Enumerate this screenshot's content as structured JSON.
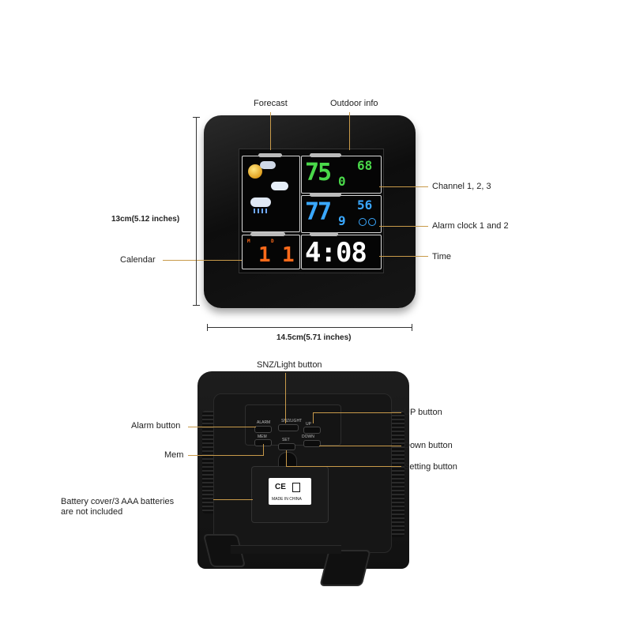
{
  "front": {
    "labels": {
      "forecast": "Forecast",
      "outdoor_info": "Outdoor info",
      "channel": "Channel 1, 2, 3",
      "alarm_clock": "Alarm clock 1 and 2",
      "time": "Time",
      "calendar": "Calendar"
    },
    "dimensions": {
      "height": "13cm(5.12 inches)",
      "width": "14.5cm(5.71 inches)"
    },
    "display": {
      "outdoor_temp": "75",
      "outdoor_humidity": "68",
      "outdoor_decimal": "0",
      "indoor_temp": "77",
      "indoor_humidity": "56",
      "indoor_decimal": "9",
      "time": "4:08",
      "calendar_m": "M",
      "calendar_d": "D",
      "calendar_month": "1",
      "calendar_day": "1"
    }
  },
  "back": {
    "labels": {
      "snz_light": "SNZ/Light button",
      "up": "UP button",
      "alarm": "Alarm button",
      "down": "Down button",
      "mem": "Mem",
      "setting": "Setting button",
      "battery_line1": "Battery cover/3 AAA batteries",
      "battery_line2": "are not included"
    },
    "buttons": {
      "alarm": "ALARM",
      "snz": "SNZ/LIGHT",
      "up": "UP",
      "mem": "MEM",
      "set": "SET",
      "down": "DOWN"
    },
    "sticker": {
      "marks": "CE",
      "made_in": "MADE IN CHINA"
    }
  },
  "colors": {
    "leader": "#c89a4a",
    "green": "#4ad94a",
    "blue": "#3aa8ff",
    "orange": "#ff6a1a",
    "white": "#ffffff"
  }
}
